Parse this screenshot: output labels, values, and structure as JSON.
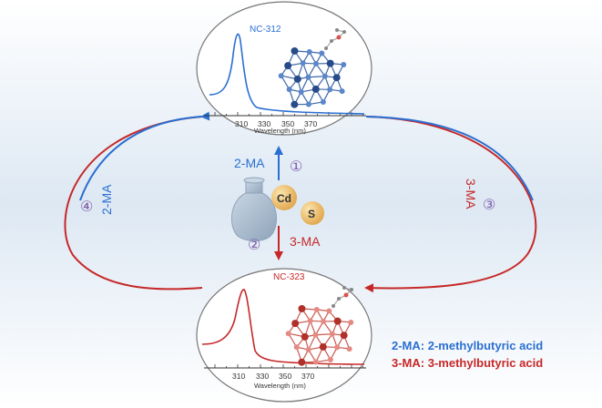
{
  "top_panel": {
    "label": "NC-312",
    "ticks": [
      "310",
      "330",
      "350",
      "370"
    ],
    "xlabel": "Wavelength (nm)",
    "color": "#2a6fd1"
  },
  "bottom_panel": {
    "label": "NC-323",
    "ticks": [
      "310",
      "330",
      "350",
      "370"
    ],
    "xlabel": "Wavelength (nm)",
    "color": "#c62828"
  },
  "steps": {
    "step1": {
      "number": "①",
      "label": "2-MA"
    },
    "step2": {
      "number": "②",
      "label": "3-MA"
    },
    "step3": {
      "number": "③",
      "label": "3-MA"
    },
    "step4": {
      "number": "④",
      "label": "2-MA"
    }
  },
  "reagents": {
    "cd": "Cd",
    "s": "S"
  },
  "legend": {
    "line1": "2-MA: 2-methylbutyric acid",
    "line2": "3-MA: 3-methylbutyric acid"
  },
  "colors": {
    "blue": "#2a6fd1",
    "red": "#c62828",
    "purple": "#7b5aa6",
    "background_center": "#e2ecf6"
  }
}
